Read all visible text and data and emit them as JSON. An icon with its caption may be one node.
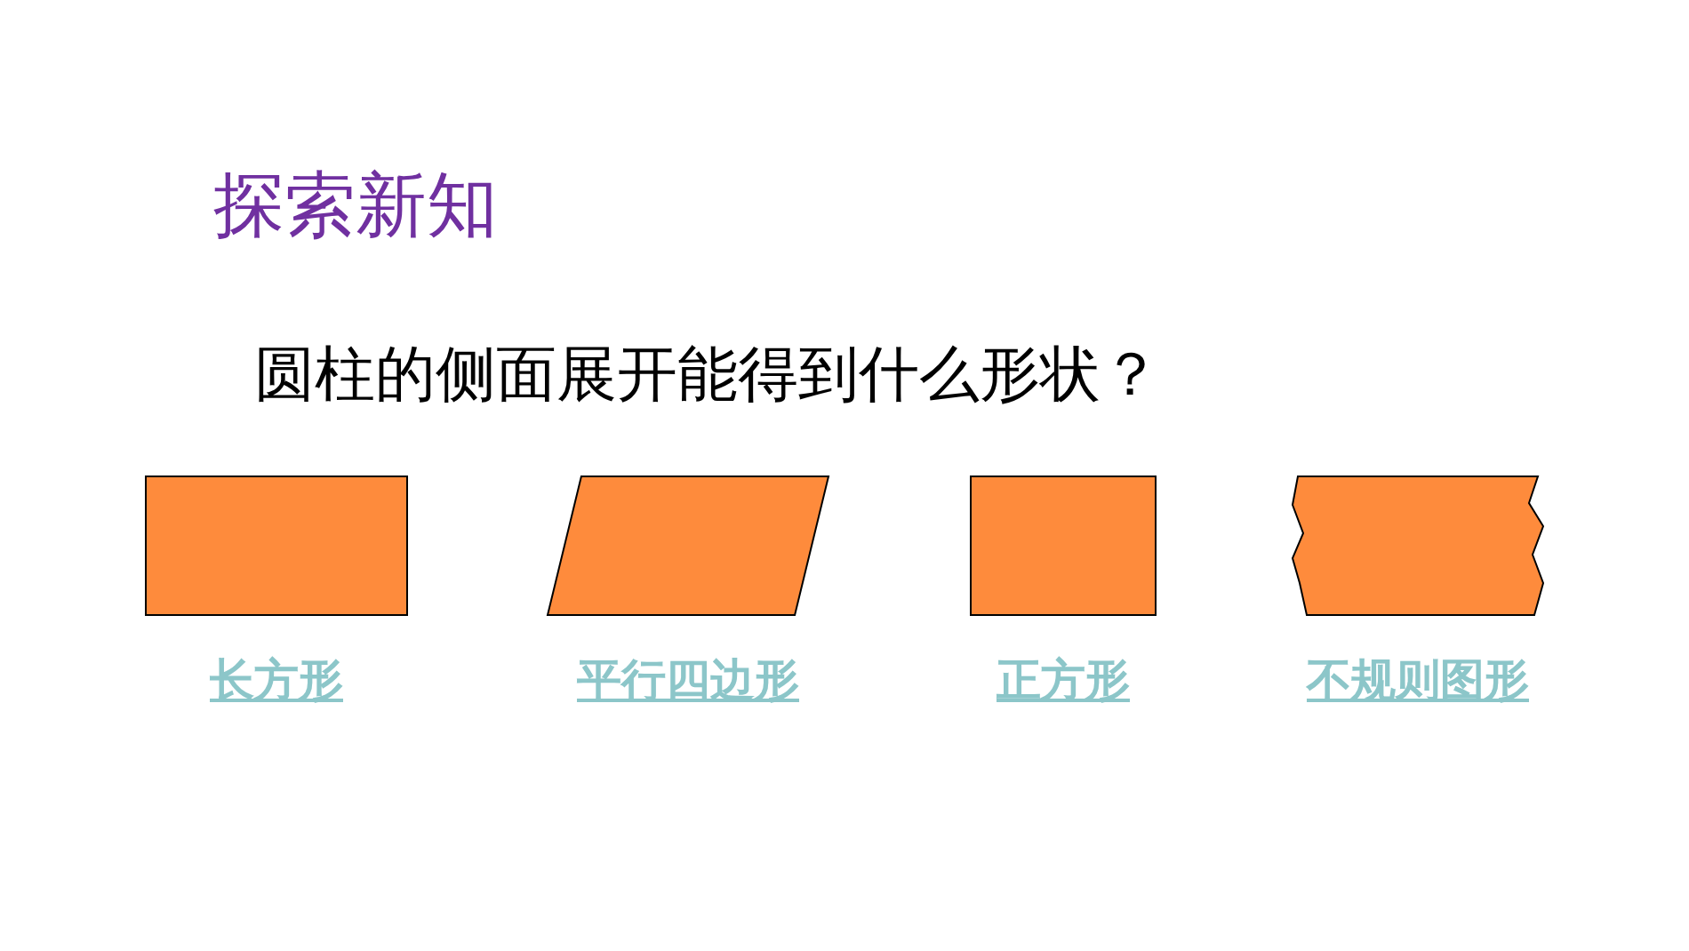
{
  "diagram": {
    "title": "探索新知",
    "nodes": [
      {
        "text": [],
        "shape": "box",
        "beside": [
          "长方形"
        ]
      },
      {
        "text": [],
        "shape": "parallelogram",
        "beside": [
          "平行四边形"
        ]
      },
      {
        "text": [],
        "shape": "box",
        "beside": [
          "正方形"
        ]
      },
      {
        "text": [],
        "shape": "box",
        "beside": [
          "不规则图形"
        ]
      }
    ],
    "edges": [],
    "labels": [
      "圆柱的侧面展开能得到什么形状？"
    ]
  }
}
